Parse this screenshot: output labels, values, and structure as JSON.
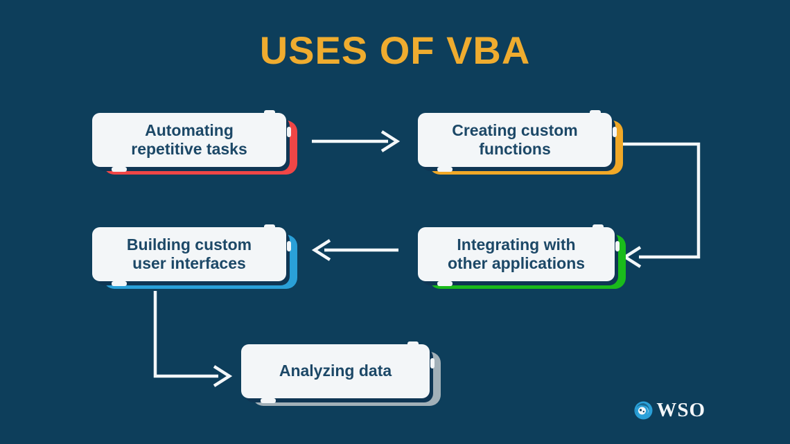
{
  "title": "USES OF VBA",
  "colors": {
    "background": "#0d3e5b",
    "title": "#efac2f",
    "card_face": "#f3f6f8",
    "card_edge": "#0f3654",
    "card_text": "#1c4867",
    "arrow": "#f3f7f9"
  },
  "nodes": [
    {
      "id": "automating-repetitive-tasks",
      "line1": "Automating",
      "line2": "repetitive tasks",
      "accent": "#ef4646"
    },
    {
      "id": "creating-custom-functions",
      "line1": "Creating custom",
      "line2": "functions",
      "accent": "#f0a827"
    },
    {
      "id": "integrating-with-other-applications",
      "line1": "Integrating with",
      "line2": "other applications",
      "accent": "#1abb1b"
    },
    {
      "id": "building-custom-user-interfaces",
      "line1": "Building custom",
      "line2": "user interfaces",
      "accent": "#2aa0d8"
    },
    {
      "id": "analyzing-data",
      "line1": "Analyzing data",
      "line2": "",
      "accent": "#a2b0b8"
    }
  ],
  "connections": [
    {
      "from": "automating-repetitive-tasks",
      "to": "creating-custom-functions",
      "direction": "right"
    },
    {
      "from": "creating-custom-functions",
      "to": "integrating-with-other-applications",
      "direction": "right-down-left"
    },
    {
      "from": "integrating-with-other-applications",
      "to": "building-custom-user-interfaces",
      "direction": "left"
    },
    {
      "from": "building-custom-user-interfaces",
      "to": "analyzing-data",
      "direction": "down-right"
    }
  ],
  "logo": {
    "text": "WSO"
  }
}
